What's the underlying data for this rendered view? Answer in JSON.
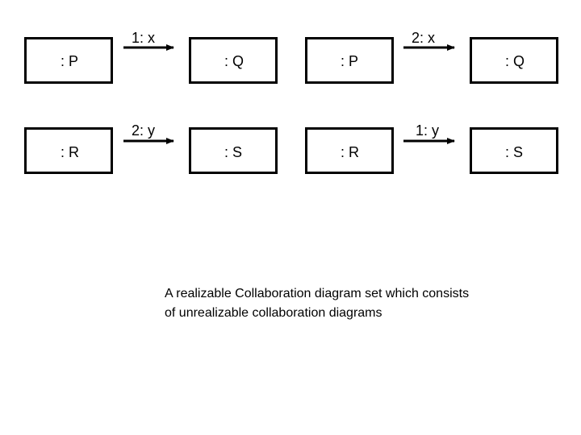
{
  "colors": {
    "stroke": "#000000",
    "background": "#ffffff"
  },
  "left_diagram": {
    "objects": {
      "p": ": P",
      "q": ": Q",
      "r": ": R",
      "s": ": S"
    },
    "messages": {
      "top": "1: x",
      "bottom": "2: y"
    }
  },
  "right_diagram": {
    "objects": {
      "p": ": P",
      "q": ": Q",
      "r": ": R",
      "s": ": S"
    },
    "messages": {
      "top": "2: x",
      "bottom": "1: y"
    }
  },
  "caption": {
    "line1": "A realizable Collaboration diagram set which consists",
    "line2": "of unrealizable collaboration diagrams"
  }
}
